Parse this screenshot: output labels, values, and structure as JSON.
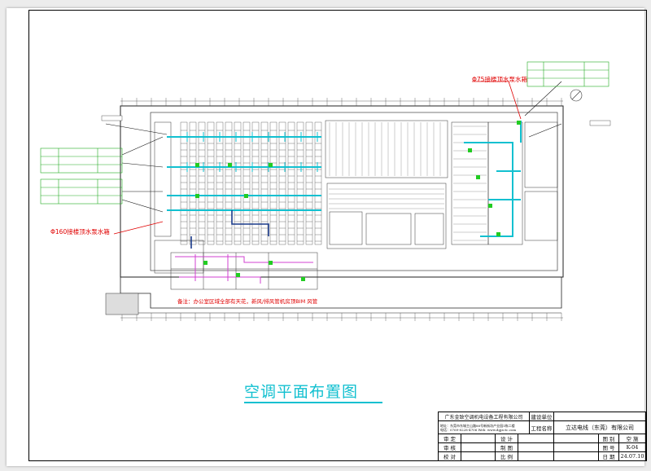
{
  "drawing": {
    "title": "空调平面布置图",
    "callouts": {
      "top_pump": "Φ75接楼顶水泵水箱",
      "left_pump": "Φ160接楼顶水泵水箱",
      "note": "备注：办公室区域全部有天花，新风/排风管机房顶BIM 风管"
    },
    "colors": {
      "duct": "#12c0d0",
      "line": "#222222",
      "callout": "#e00000",
      "equipment": "#22cc22",
      "pipe": "#d040d0",
      "title": "#12c0d0"
    }
  },
  "title_block": {
    "company": "广东金致空调机电设备工程有限公司",
    "address": "地址：东莞市东城主山路88号新街坊产业园1栋二楼",
    "phone": "电话：0769-8228-4706    Web: www.dgjzctc.com",
    "construction_unit_label": "建设单位",
    "project_name_label": "工程名称",
    "project_name": "立达电线（东莞）有限公司",
    "review_label": "审  定",
    "audit_label": "审  核",
    "check_label": "校  对",
    "design_label": "设  计",
    "draw_label": "制  图",
    "scale_label": "比  例",
    "drawing_no_label": "图 别",
    "drawing_no_value": "空 施",
    "sheet_label": "图 号",
    "sheet_value": "K-04",
    "date_label": "日 期",
    "date_value": "24.07.10"
  }
}
